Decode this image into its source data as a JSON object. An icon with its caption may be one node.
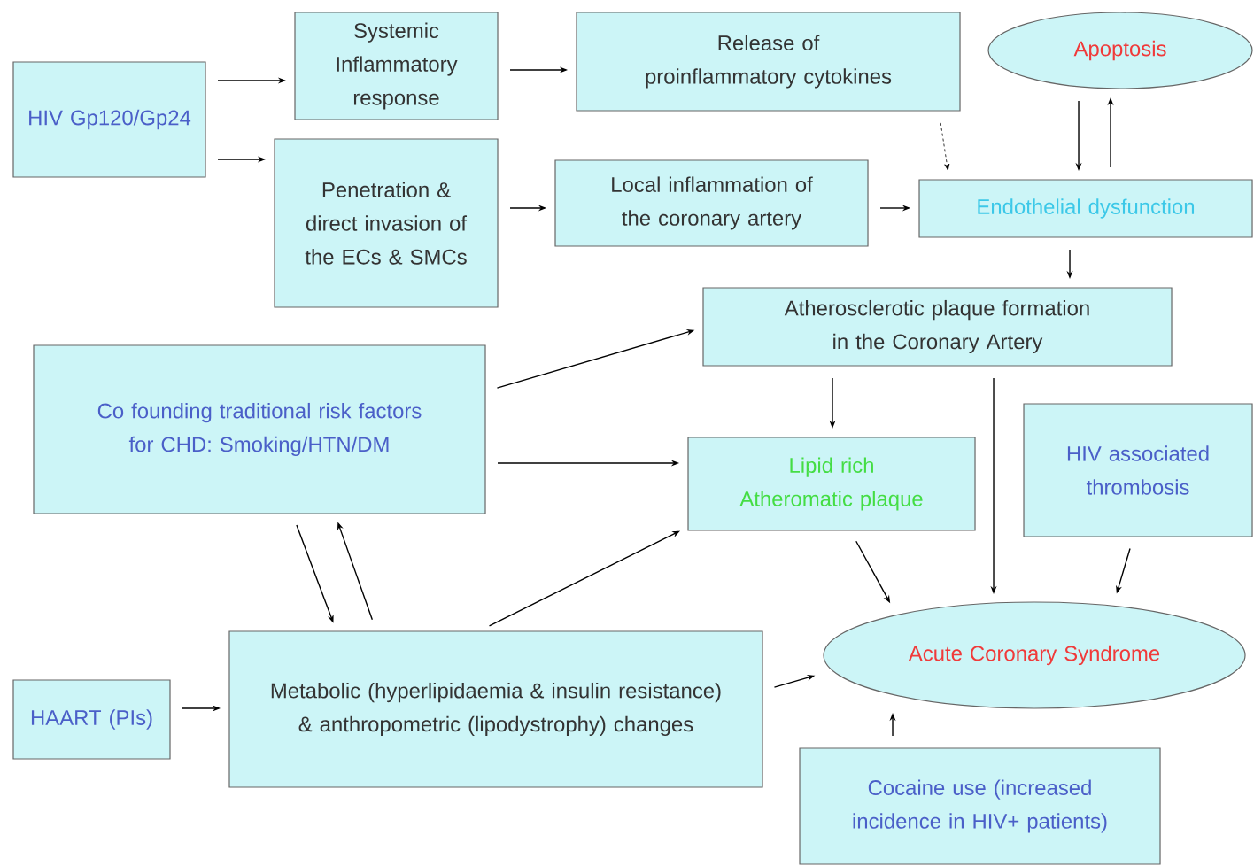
{
  "diagram": {
    "nodes": [
      {
        "text": [
          "HIV Gp120/Gp24"
        ]
      },
      {
        "text": [
          "Systemic Inflammatory response"
        ]
      },
      {
        "text": [
          "Release of proinflammatory cytokines"
        ]
      },
      {
        "text": [
          "Apoptosis"
        ]
      },
      {
        "text": [
          "Penetration & direct invasion of the ECs & SMCs"
        ]
      },
      {
        "text": [
          "Local inflammation of the coronary artery"
        ]
      },
      {
        "text": [
          "Endothelial dysfunction"
        ]
      },
      {
        "text": [
          "Atherosclerotic plaque formation in the Coronary Artery"
        ]
      },
      {
        "text": [
          "Co founding traditional risk factors for CHD: Smoking/HTN/DM"
        ]
      },
      {
        "text": [
          "Lipid rich Atheromatic plaque"
        ]
      },
      {
        "text": [
          "HIV associated thrombosis"
        ]
      },
      {
        "text": [
          "HAART (PIs)"
        ]
      },
      {
        "text": [
          "Metabolic (hyperlipidaemia & insulin resistance) & anthropometric (lipodystrophy) changes"
        ]
      },
      {
        "text": [
          "Acute Coronary Syndrome"
        ]
      },
      {
        "text": [
          "Cocaine use (increased incidence in HIV+ patients)"
        ]
      }
    ],
    "edges": [
      {
        "from": 0,
        "to": 1,
        "arrow": "to"
      },
      {
        "from": 0,
        "to": 4,
        "arrow": "to"
      },
      {
        "from": 1,
        "to": 2,
        "arrow": "to"
      },
      {
        "from": 4,
        "to": 5,
        "arrow": "to"
      },
      {
        "from": 5,
        "to": 6,
        "arrow": "to"
      },
      {
        "from": 2,
        "to": 6,
        "arrow": "to",
        "style": "dashed"
      },
      {
        "from": 3,
        "to": 6,
        "arrow": "to"
      },
      {
        "from": 6,
        "to": 3,
        "arrow": "to"
      },
      {
        "from": 6,
        "to": 7,
        "arrow": "to"
      },
      {
        "from": 8,
        "to": 7,
        "arrow": "to"
      },
      {
        "from": 8,
        "to": 9,
        "arrow": "to"
      },
      {
        "from": 7,
        "to": 9,
        "arrow": "to"
      },
      {
        "from": 7,
        "to": 13,
        "arrow": "to"
      },
      {
        "from": 9,
        "to": 13,
        "arrow": "to"
      },
      {
        "from": 10,
        "to": 13,
        "arrow": "to"
      },
      {
        "from": 8,
        "to": 12,
        "arrow": "to"
      },
      {
        "from": 12,
        "to": 8,
        "arrow": "to"
      },
      {
        "from": 12,
        "to": 9,
        "arrow": "to"
      },
      {
        "from": 12,
        "to": 13,
        "arrow": "to"
      },
      {
        "from": 11,
        "to": 12,
        "arrow": "to"
      },
      {
        "from": 14,
        "to": 13,
        "arrow": "to"
      }
    ]
  }
}
